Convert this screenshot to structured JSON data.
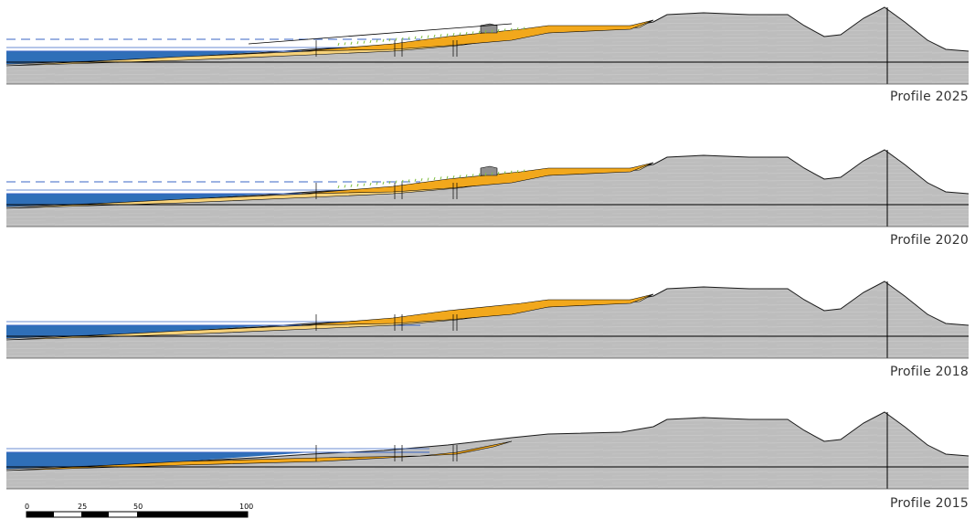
{
  "colors": {
    "terrain": "#bdbdbd",
    "terrain_stroke": "#1a1a1a",
    "water": "#2f6fb8",
    "water_line": "#3a66c4",
    "sediment_orange": "#f2a81c",
    "sediment_light": "#f7d27a",
    "sediment_pale": "#fbe3a6",
    "vegetation": "#7fbf3f",
    "building": "#8f8f8f"
  },
  "profiles": [
    {
      "id": "2025",
      "label": "Profile 2025",
      "has_dashed_waterline": true,
      "has_vegetation": true,
      "has_building": true
    },
    {
      "id": "2020",
      "label": "Profile 2020",
      "has_dashed_waterline": true,
      "has_vegetation": true,
      "has_building": true
    },
    {
      "id": "2018",
      "label": "Profile 2018",
      "has_dashed_waterline": false,
      "has_vegetation": false,
      "has_building": false
    },
    {
      "id": "2015",
      "label": "Profile 2015",
      "has_dashed_waterline": false,
      "has_vegetation": false,
      "has_building": false
    }
  ],
  "scale_bar": {
    "ticks": [
      "0",
      "25",
      "50",
      "100"
    ]
  }
}
